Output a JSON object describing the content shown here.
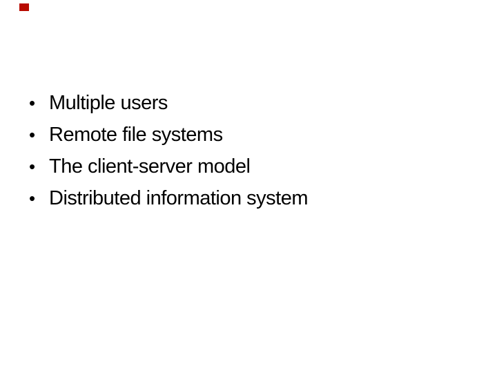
{
  "slide": {
    "bullet_glyph": "•",
    "bullets": [
      "Multiple users",
      "Remote file systems",
      "The client-server model",
      "Distributed information system"
    ]
  },
  "colors": {
    "background": "#ffffff",
    "text": "#000000",
    "corner_marker": "#b80b00"
  }
}
